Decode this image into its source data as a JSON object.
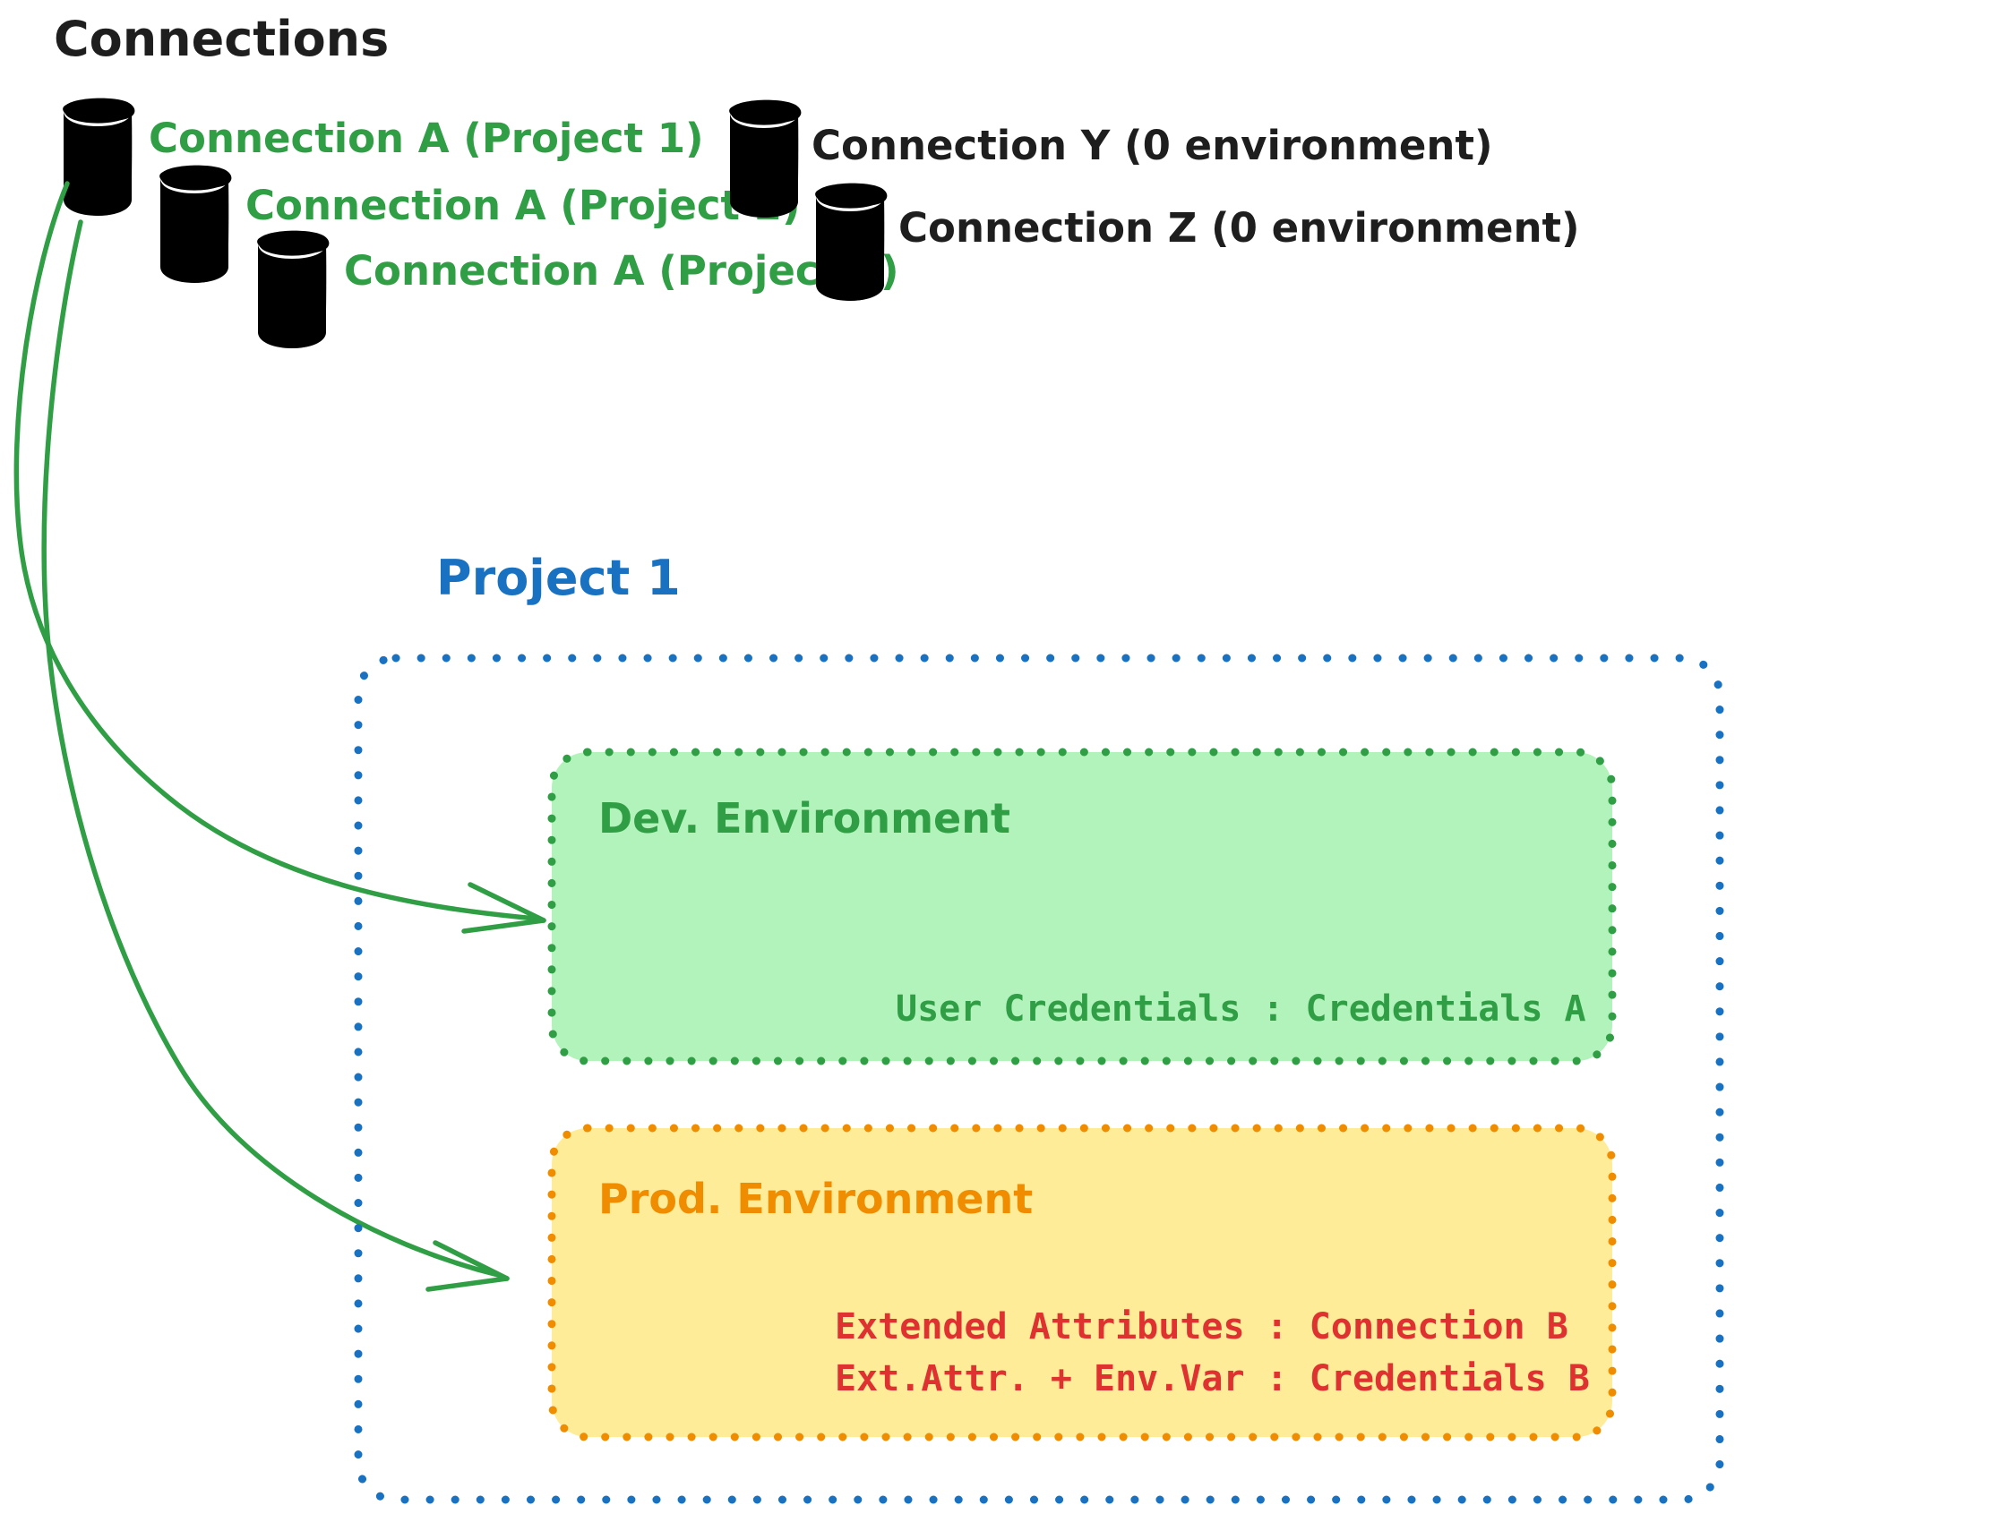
{
  "title": "Connections",
  "colors": {
    "title_black": "#1e1e1e",
    "green_stroke": "#2f9e44",
    "green_fill": "#b2f2bb",
    "green_box_fill": "#b2f2bb",
    "gray_stroke": "#1e1e1e",
    "gray_fill": "#ced4da",
    "blue": "#1971c2",
    "orange": "#f08c00",
    "orange_fill": "#ffec99",
    "red": "#e03131"
  },
  "connections": {
    "green": [
      {
        "label": "Connection A (Project 1)",
        "icon": "database-icon"
      },
      {
        "label": "Connection A (Project 2)",
        "icon": "database-icon"
      },
      {
        "label": "Connection A (Project 3)",
        "icon": "database-icon"
      }
    ],
    "gray": [
      {
        "label": "Connection Y (0 environment)",
        "icon": "database-icon"
      },
      {
        "label": "Connection Z (0 environment)",
        "icon": "database-icon"
      }
    ]
  },
  "project": {
    "title": "Project 1",
    "environments": [
      {
        "name": "Dev. Environment",
        "color": "#2f9e44",
        "fill": "#b2f2bb",
        "lines": [
          "User Credentials : Credentials A"
        ]
      },
      {
        "name": "Prod. Environment",
        "color": "#f08c00",
        "fill": "#ffec99",
        "lines": [
          "Extended Attributes : Connection B",
          "Ext.Attr. + Env.Var : Credentials B"
        ]
      }
    ]
  },
  "arrows": [
    {
      "name": "arrow-connection-a-to-dev",
      "from": "Connection A (Project 1)",
      "to": "Dev. Environment"
    },
    {
      "name": "arrow-connection-a-to-prod",
      "from": "Connection A (Project 1)",
      "to": "Prod. Environment"
    }
  ]
}
